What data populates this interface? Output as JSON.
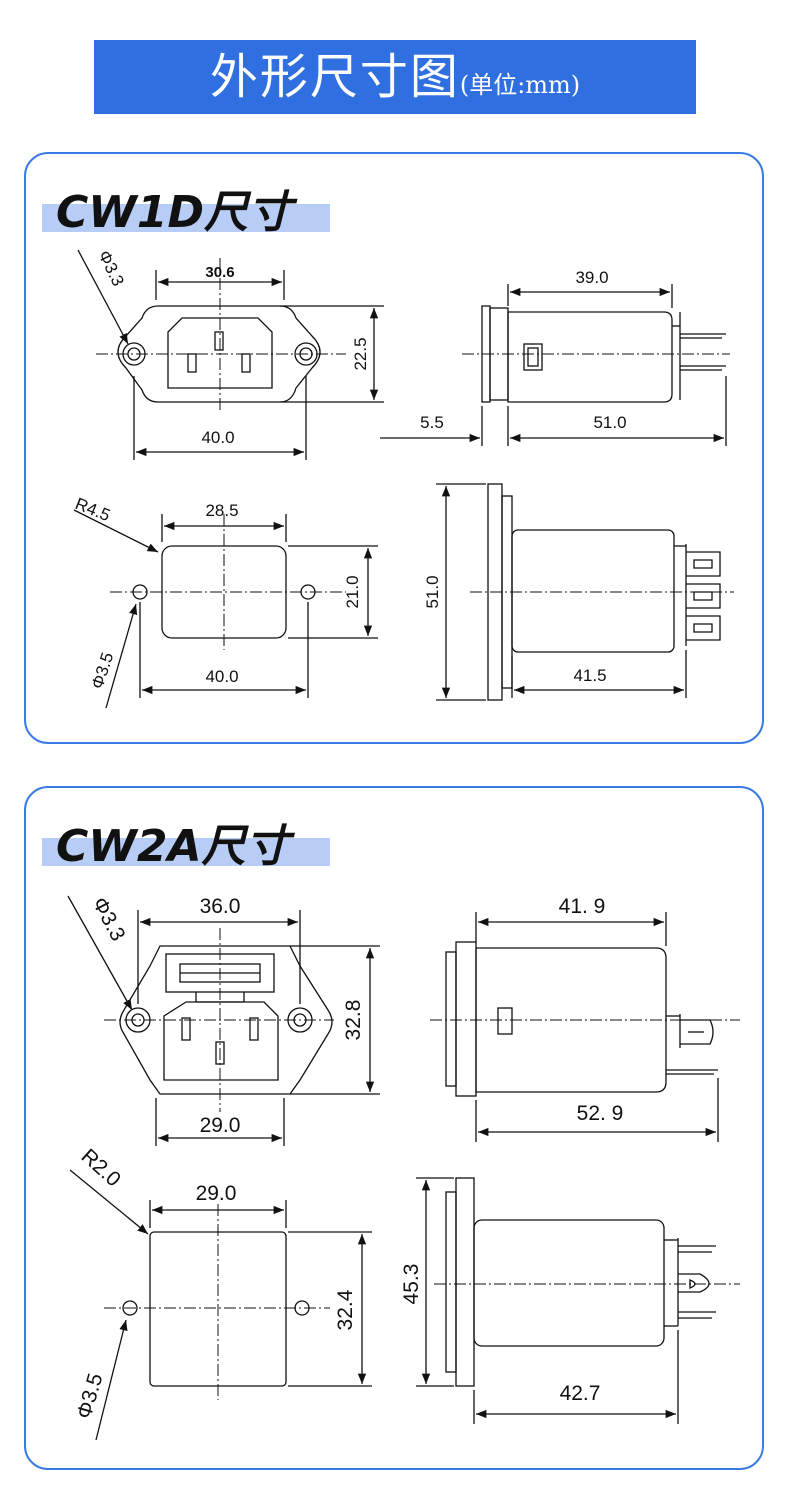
{
  "banner": {
    "title": "外形尺寸图",
    "unit": "(单位:mm)"
  },
  "cw1d": {
    "title": "CW1D尺寸",
    "front": {
      "hole": "Φ3.3",
      "top": "30.6",
      "height": "22.5",
      "width": "40.0"
    },
    "side": {
      "top": "39.0",
      "flange": "5.5",
      "body": "51.0"
    },
    "cutout": {
      "radius": "R4.5",
      "top": "28.5",
      "height": "21.0",
      "width": "40.0",
      "hole": "Φ3.5"
    },
    "topview": {
      "height": "51.0",
      "length": "41.5"
    }
  },
  "cw2a": {
    "title": "CW2A尺寸",
    "front": {
      "hole": "Φ3.3",
      "top": "36.0",
      "height": "32.8",
      "width": "29.0"
    },
    "side": {
      "top": "41. 9",
      "body": "52. 9"
    },
    "cutout": {
      "radius": "R2.0",
      "top": "29.0",
      "height": "32.4",
      "hole": "Φ3.5"
    },
    "topview": {
      "height": "45.3",
      "length": "42.7"
    }
  }
}
